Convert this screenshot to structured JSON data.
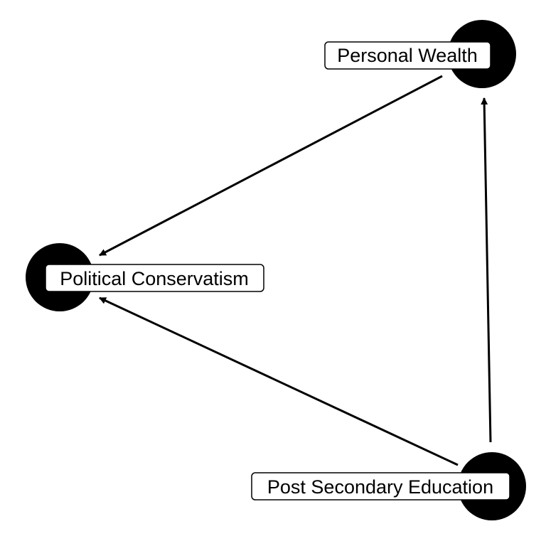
{
  "diagram": {
    "colors": {
      "node": "#000000",
      "edge": "#000000",
      "label_background": "#ffffff",
      "label_text": "#000000"
    },
    "nodes": [
      {
        "id": "wealth",
        "label": "Personal Wealth"
      },
      {
        "id": "conservatism",
        "label": "Political Conservatism"
      },
      {
        "id": "education",
        "label": "Post Secondary Education"
      }
    ],
    "edges": [
      {
        "from": "wealth",
        "to": "conservatism"
      },
      {
        "from": "education",
        "to": "conservatism"
      },
      {
        "from": "education",
        "to": "wealth"
      }
    ]
  }
}
